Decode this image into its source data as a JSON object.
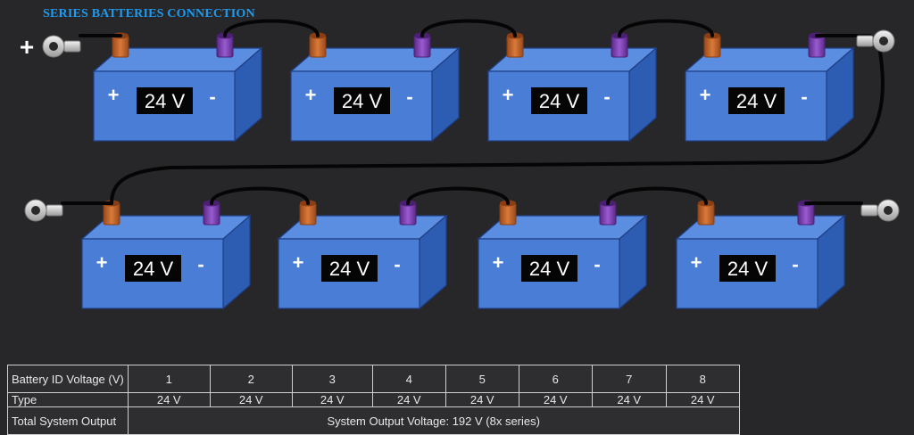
{
  "title": "SERIES BATTERIES CONNECTION",
  "terminals": {
    "positive_sign": "+"
  },
  "batteries": [
    {
      "label": "24 V",
      "plus": "+",
      "minus": "-"
    },
    {
      "label": "24 V",
      "plus": "+",
      "minus": "-"
    },
    {
      "label": "24 V",
      "plus": "+",
      "minus": "-"
    },
    {
      "label": "24 V",
      "plus": "+",
      "minus": "-"
    },
    {
      "label": "24 V",
      "plus": "+",
      "minus": "-"
    },
    {
      "label": "24 V",
      "plus": "+",
      "minus": "-"
    },
    {
      "label": "24 V",
      "plus": "+",
      "minus": "-"
    },
    {
      "label": "24 V",
      "plus": "+",
      "minus": "-"
    }
  ],
  "colors": {
    "background": "#27272a",
    "battery_front": "#4a7dd6",
    "battery_top": "#5b8ee0",
    "battery_side": "#2d5cb3",
    "positive_terminal": "#c7642a",
    "negative_terminal": "#7a3fb0",
    "cable": "#050505",
    "title": "#1d9bf0"
  },
  "table": {
    "header_label": "Battery ID Voltage (V)",
    "ids": [
      "1",
      "2",
      "3",
      "4",
      "5",
      "6",
      "7",
      "8"
    ],
    "type_label": "Type",
    "types": [
      "24 V",
      "24 V",
      "24 V",
      "24 V",
      "24 V",
      "24 V",
      "24 V",
      "24 V"
    ],
    "total_label": "Total System Output",
    "total_value": "System Output Voltage: 192 V (8x series)"
  }
}
